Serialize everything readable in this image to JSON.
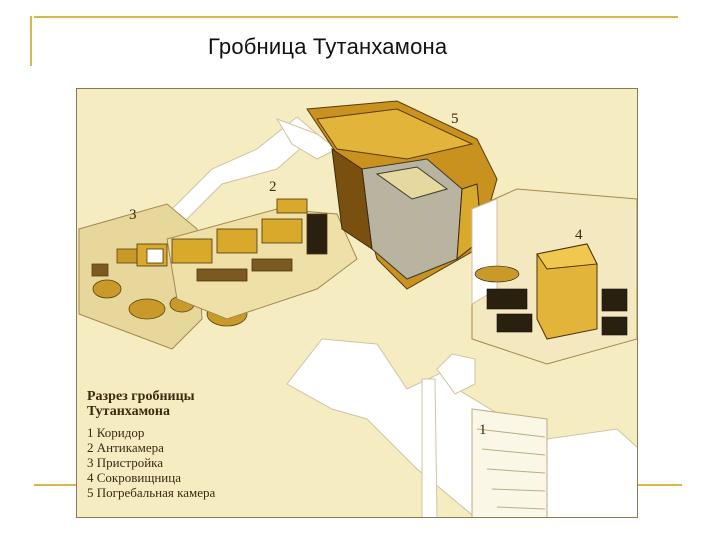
{
  "slide": {
    "title": "Гробница Тутанхамона"
  },
  "figure": {
    "room_numbers": [
      "1",
      "2",
      "3",
      "4",
      "5"
    ],
    "legend": {
      "title_line1": "Разрез гробницы",
      "title_line2": "Тутанхамона",
      "items": [
        "1 Коридор",
        "2 Антикамера",
        "3 Пристройка",
        "4 Сокровищница",
        "5 Погребальная камера"
      ]
    }
  },
  "colors": {
    "accent_line": "#d9b84a",
    "background_paper": "#f6ecc2",
    "wall_white": "#ffffff",
    "gold": "#d9a92b",
    "dark_brown": "#3a2a10"
  }
}
